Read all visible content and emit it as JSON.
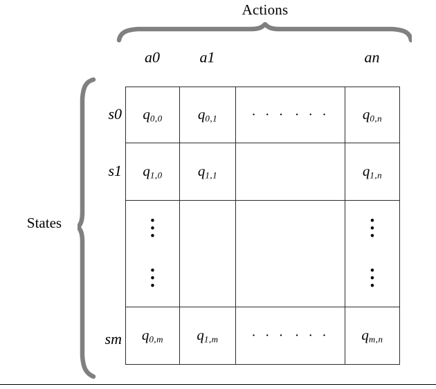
{
  "figure": {
    "type": "q-table-diagram",
    "top_label": "Actions",
    "left_label": "States",
    "brace_color": "#808080",
    "grid_color": "#2b2b2b",
    "text_color": "#000000"
  },
  "columns": {
    "headers": [
      "a0",
      "a1",
      "",
      "an"
    ],
    "count": 4
  },
  "rows": {
    "headers": [
      "s0",
      "s1",
      "",
      "sm"
    ],
    "count": 4
  },
  "cells": {
    "r0": {
      "c0": {
        "base": "q",
        "sub": "0,0"
      },
      "c1": {
        "base": "q",
        "sub": "0,1"
      },
      "c2_left_dots": "· · ·",
      "c2_right_dots": "· · ·",
      "c3": {
        "base": "q",
        "sub": "0,n"
      }
    },
    "r1": {
      "c0": {
        "base": "q",
        "sub": "1,0"
      },
      "c1": {
        "base": "q",
        "sub": "1,1"
      },
      "c2": "",
      "c3": {
        "base": "q",
        "sub": "1,n"
      }
    },
    "r2": {
      "c0_dots_top": "⋮",
      "c0_dots_bottom": "⋮",
      "c1": "",
      "c2": "",
      "c3_dots_top": "⋮",
      "c3_dots_bottom": "⋮"
    },
    "r3": {
      "c0": {
        "base": "q",
        "sub": "0,m"
      },
      "c1": {
        "base": "q",
        "sub": "1,m"
      },
      "c2_left_dots": "· · ·",
      "c2_right_dots": "· · ·",
      "c3": {
        "base": "q",
        "sub": "m,n"
      }
    }
  },
  "dot": "•"
}
